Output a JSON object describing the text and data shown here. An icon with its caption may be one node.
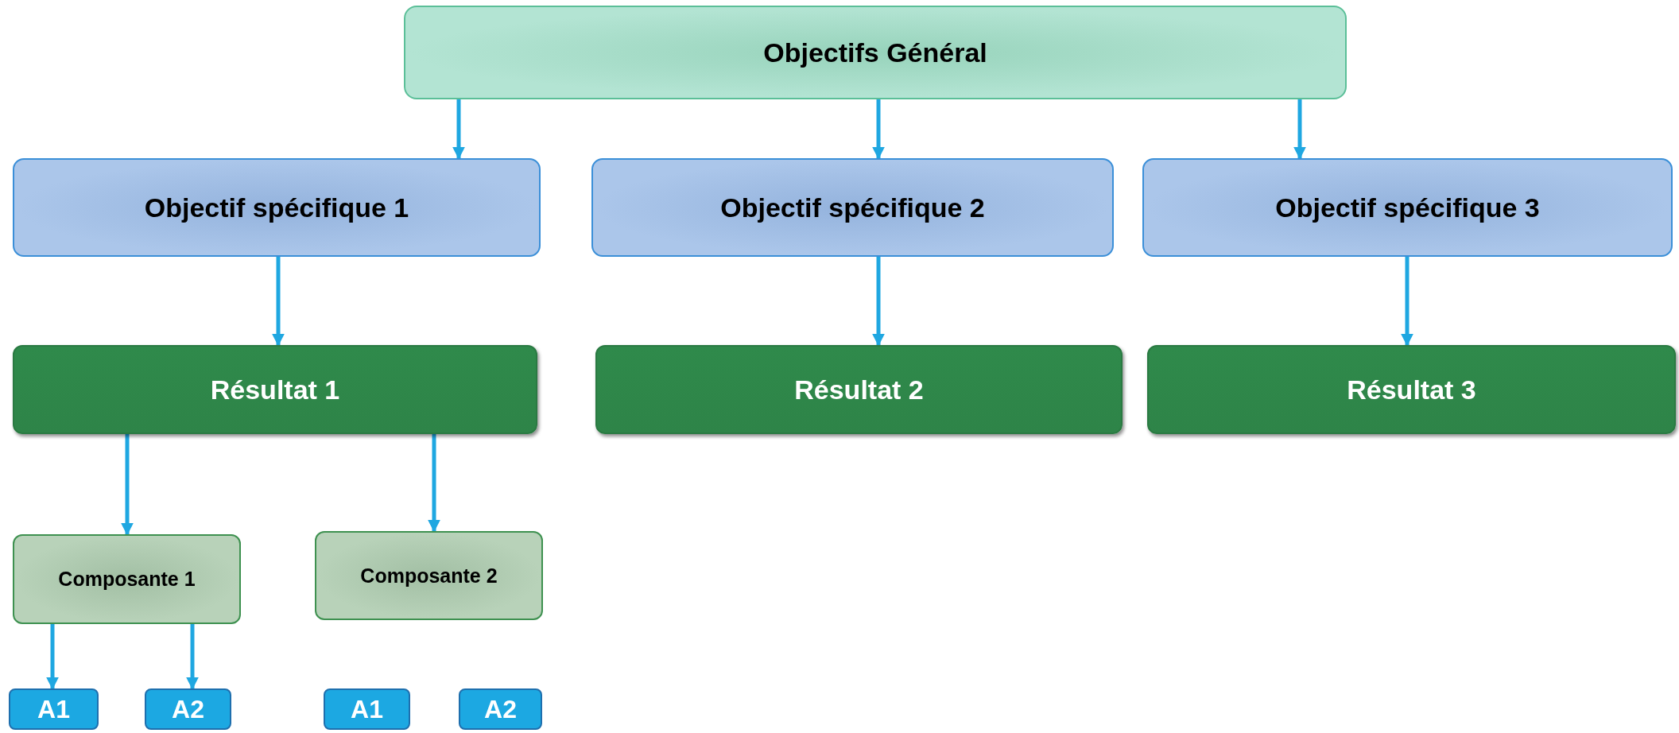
{
  "diagram": {
    "nodes": [
      {
        "text": [
          "Objectifs Général"
        ]
      },
      {
        "text": [
          "Objectif spécifique 1"
        ]
      },
      {
        "text": [
          "Objectif spécifique 2"
        ]
      },
      {
        "text": [
          "Objectif spécifique 3"
        ]
      },
      {
        "text": [
          "Résultat 1"
        ]
      },
      {
        "text": [
          "Résultat 2"
        ]
      },
      {
        "text": [
          "Résultat 3"
        ]
      },
      {
        "text": [
          "Composante 1"
        ]
      },
      {
        "text": [
          "Composante 2"
        ]
      },
      {
        "text": [
          "A1"
        ]
      },
      {
        "text": [
          "A2"
        ]
      },
      {
        "text": [
          "A1"
        ]
      },
      {
        "text": [
          "A2"
        ]
      }
    ],
    "edges": [
      {
        "from": 0,
        "to": 1,
        "arrow": "to"
      },
      {
        "from": 0,
        "to": 2,
        "arrow": "to"
      },
      {
        "from": 0,
        "to": 3,
        "arrow": "to"
      },
      {
        "from": 1,
        "to": 4,
        "arrow": "to"
      },
      {
        "from": 2,
        "to": 5,
        "arrow": "to"
      },
      {
        "from": 3,
        "to": 6,
        "arrow": "to"
      },
      {
        "from": 4,
        "to": 7,
        "arrow": "to"
      },
      {
        "from": 4,
        "to": 8,
        "arrow": "to"
      },
      {
        "from": 7,
        "to": 9,
        "arrow": "to"
      },
      {
        "from": 7,
        "to": 10,
        "arrow": "to"
      }
    ]
  }
}
